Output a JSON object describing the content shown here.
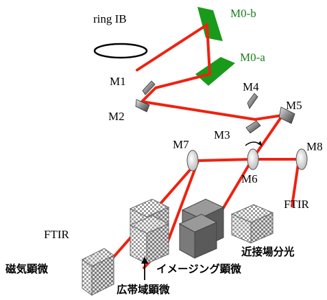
{
  "labels": {
    "ring": "ring IB",
    "m0b": "M0-b",
    "m0a": "M0-a",
    "m1": "M1",
    "m2": "M2",
    "m3": "M3",
    "m4": "M4",
    "m5": "M5",
    "m6": "M6",
    "m7": "M7",
    "m8": "M8",
    "ftir_left": "FTIR",
    "ftir_right": "FTIR",
    "magnetic_microscope": "磁気顕微",
    "broadband_microscope": "広帯域顕微",
    "imaging_microscope": "イメージング顕微",
    "near_field": "近接場分光"
  },
  "colors": {
    "beam": "#ee2211",
    "m0_mirror": "#1a9a1a",
    "m0_label": "#1a7f1a",
    "imaging_box": "#777777"
  }
}
